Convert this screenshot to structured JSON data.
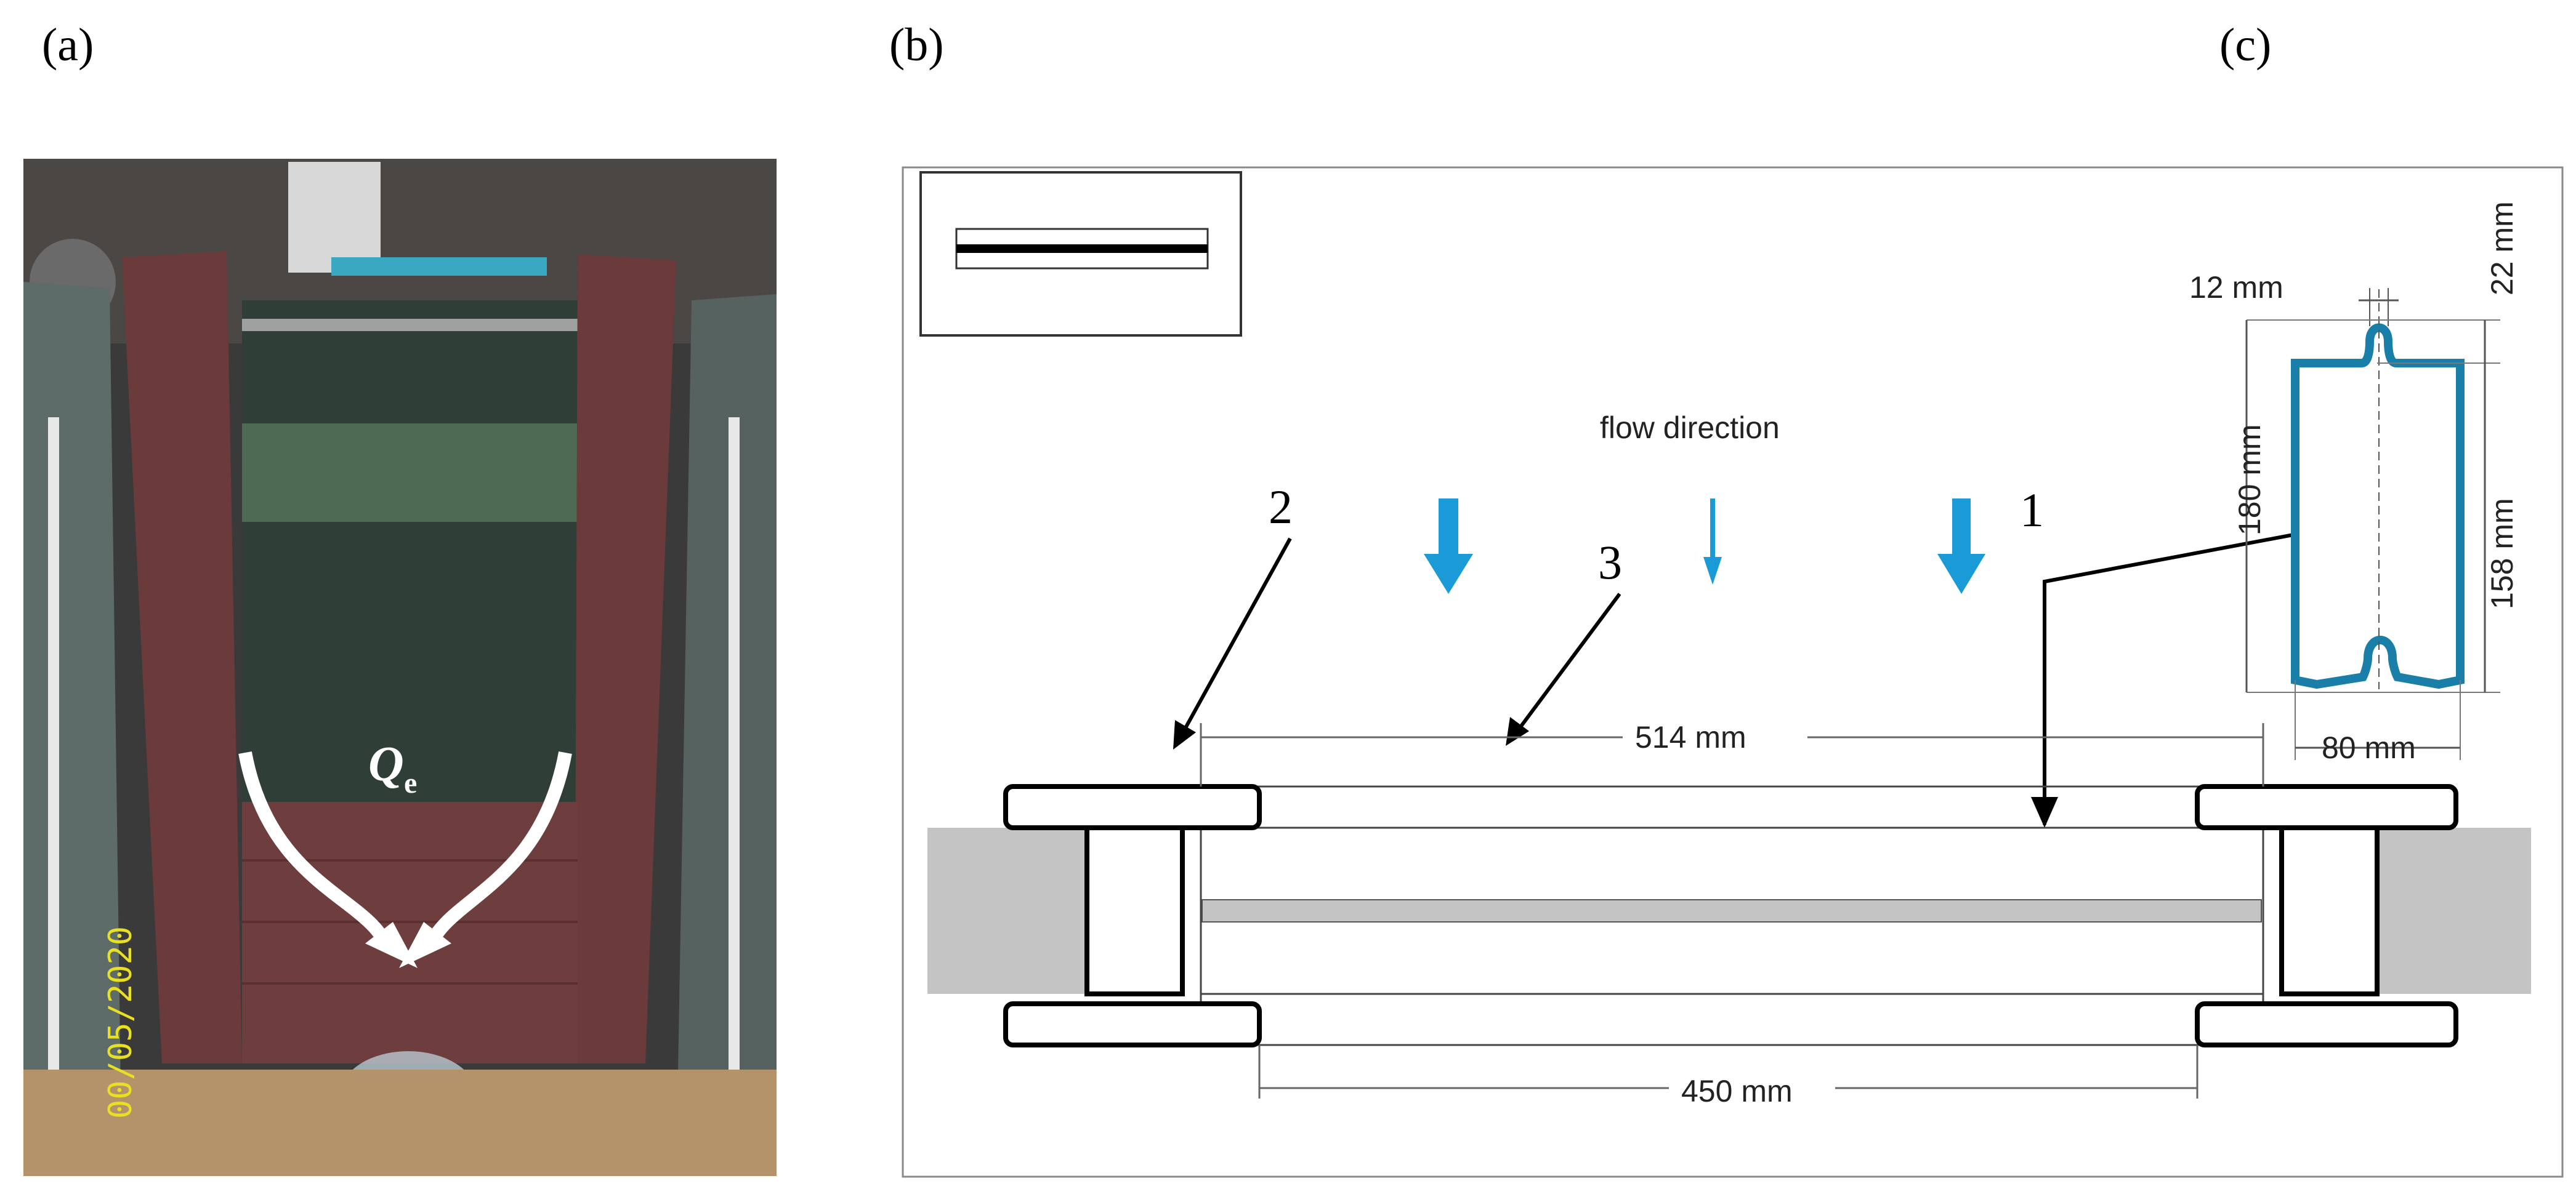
{
  "panels": {
    "a": "(a)",
    "b": "(b)",
    "c": "(c)"
  },
  "photo": {
    "flow_label": "Q",
    "flow_subscript": "e",
    "date_stamp": "00/05/2020"
  },
  "schematic": {
    "flow_direction": "flow direction",
    "callouts": [
      "1",
      "2",
      "3"
    ],
    "dim_top": "514 mm",
    "dim_bottom": "450 mm"
  },
  "profile": {
    "dim_width_top": "12 mm",
    "dim_cap": "22 mm",
    "dim_height": "180 mm",
    "dim_inner": "158 mm",
    "dim_width": "80 mm"
  },
  "colors": {
    "profile_stroke": "#1a7fa8",
    "flow_arrow": "#1a9ad6",
    "block_fill": "#c4c4c4",
    "wall_brown": "#6b3a3a"
  }
}
